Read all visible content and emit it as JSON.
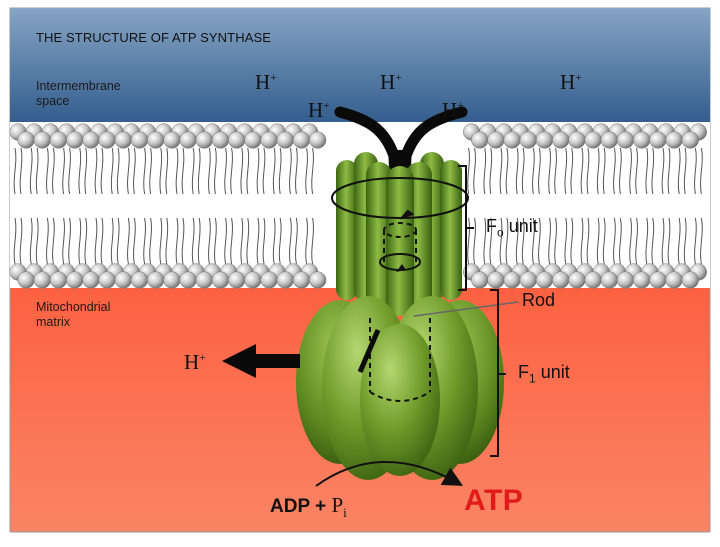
{
  "title": "THE STRUCTURE OF ATP SYNTHASE",
  "regions": {
    "intermembrane_l1": "Intermembrane",
    "intermembrane_l2": "space",
    "matrix_l1": "Mitochondrial",
    "matrix_l2": "matrix"
  },
  "protons": {
    "base": "H",
    "charge": "+"
  },
  "labels": {
    "fo_main": "F",
    "fo_sub": "o",
    "fo_tail": " unit",
    "rod": "Rod",
    "f1_main": "F",
    "f1_sub": "1",
    "f1_tail": " unit"
  },
  "reaction": {
    "adp": "ADP + ",
    "pi_main": "P",
    "pi_sub": "i",
    "product": "ATP"
  },
  "colors": {
    "top_gradient": [
      "#7f9fc0",
      "#35608f"
    ],
    "bottom_gradient": [
      "#ff3c1a",
      "#fb7f62"
    ],
    "protein_green": "#6f9c2a",
    "atp_red": "#e11b1b"
  }
}
